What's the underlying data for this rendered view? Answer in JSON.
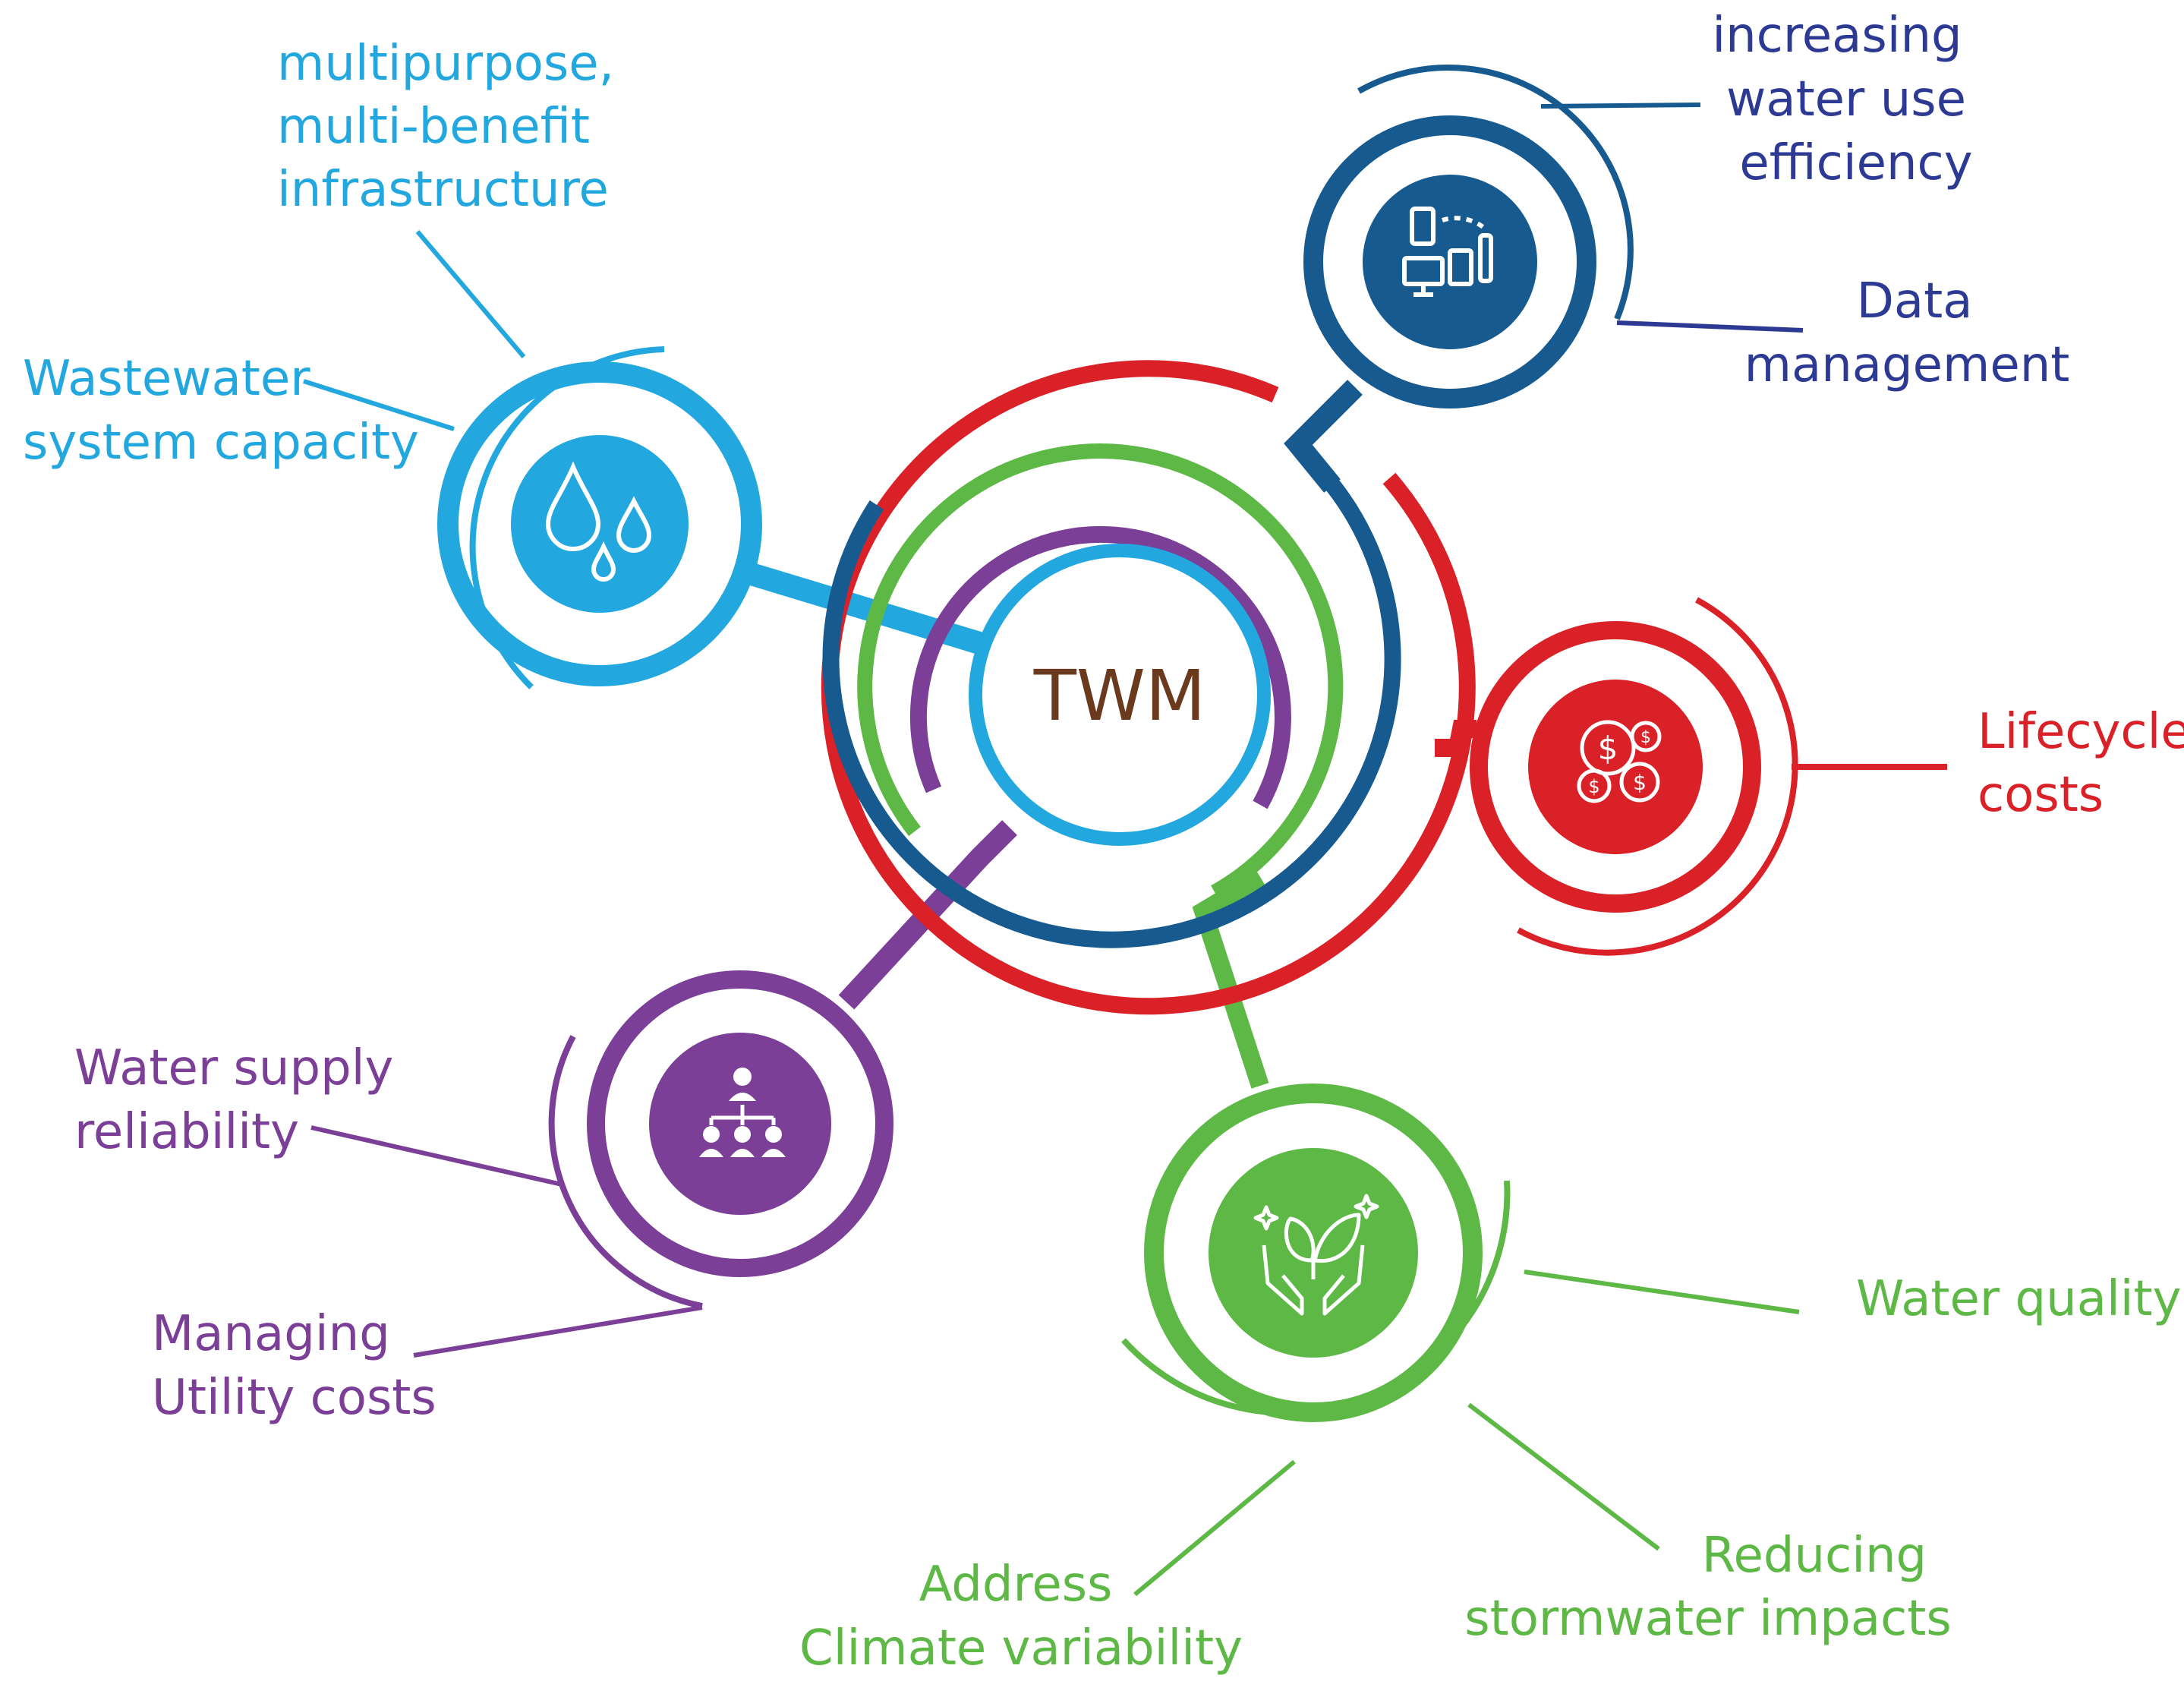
{
  "colors": {
    "red": "#DB2128",
    "navy": "#175A8F",
    "dark_navy": "#2D3A94",
    "green": "#5DB846",
    "purple": "#7B3F98",
    "sky": "#22A7DF",
    "brown": "#6B3A1E"
  },
  "center": {
    "label": "TWM"
  },
  "nodes": {
    "data": {
      "icon": "devices-network-icon",
      "label_top": [
        "increasing",
        "water use",
        "efficiency"
      ],
      "label_bottom": [
        "Data",
        "management"
      ]
    },
    "wastewater": {
      "icon": "water-drops-icon",
      "label_top": [
        "multipurpose,",
        "multi-benefit",
        "infrastructure"
      ],
      "label_left": [
        "Wastewater",
        "system capacity"
      ]
    },
    "lifecycle": {
      "icon": "dollar-coins-icon",
      "label": [
        "Lifecycle",
        "costs"
      ]
    },
    "supply": {
      "icon": "organization-hierarchy-icon",
      "label_top": [
        "Water supply",
        "reliability"
      ],
      "label_bottom": [
        "Managing",
        "Utility costs"
      ]
    },
    "environment": {
      "icon": "hands-plant-icon",
      "label_right": [
        "Water quality"
      ],
      "label_bottom_right": [
        "Reducing",
        "stormwater impacts"
      ],
      "label_bottom_left": [
        "Address",
        "Climate variability"
      ]
    }
  }
}
